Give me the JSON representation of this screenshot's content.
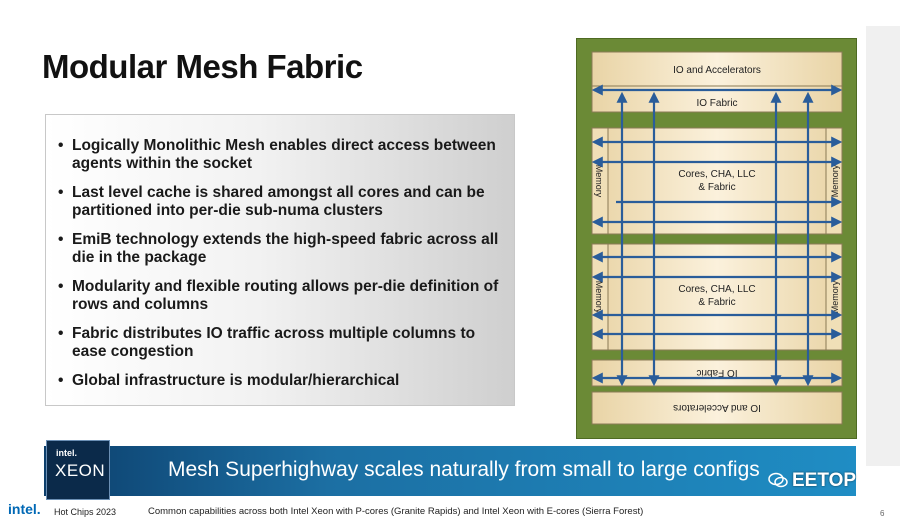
{
  "slide": {
    "title": "Modular Mesh Fabric",
    "bullets": [
      "Logically Monolithic Mesh enables direct access between agents within the socket",
      "Last level cache is shared amongst all cores and can be partitioned into per-die sub-numa clusters",
      "EmiB technology extends the high-speed fabric across all die in the package",
      "Modularity and flexible routing allows per-die definition of rows and columns",
      "Fabric distributes IO traffic across multiple columns to ease congestion",
      "Global infrastructure is modular/hierarchical"
    ],
    "banner": "Mesh Superhighway scales naturally from small to large configs",
    "footnote": "Common capabilities across both Intel Xeon with P-cores (Granite Rapids) and Intel Xeon with E-cores (Sierra Forest)",
    "event": "Hot Chips 2023",
    "page_number": "6"
  },
  "branding": {
    "intel_logo": "intel.",
    "badge_small": "intel.",
    "badge_big": "XEON",
    "watermark": "EETOP"
  },
  "diagram": {
    "top_io": "IO and Accelerators",
    "top_fabric": "IO Fabric",
    "compute_1": [
      "Cores, CHA, LLC",
      "& Fabric"
    ],
    "compute_2": [
      "Cores, CHA, LLC",
      "& Fabric"
    ],
    "memory_label": "Memory",
    "bottom_fabric": "IO Fabric",
    "bottom_io": "IO and Accelerators"
  },
  "colors": {
    "diagram_border": "#6f8a3c",
    "tile_fill": "#f5e6c4",
    "mesh_lines": "#2a5d9a",
    "banner": "#1c6fa3"
  }
}
